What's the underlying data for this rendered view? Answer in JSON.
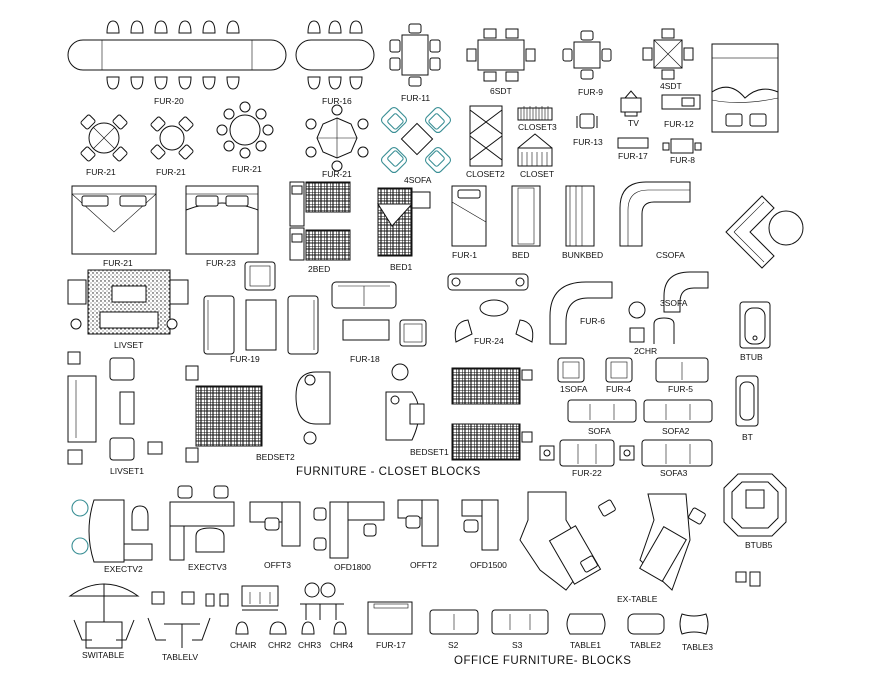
{
  "sections": {
    "closet_title": "FURNITURE  -  CLOSET BLOCKS",
    "office_title": "OFFICE FURNITURE-  BLOCKS"
  },
  "labels": [
    {
      "id": "fur20",
      "text": "FUR-20"
    },
    {
      "id": "fur16",
      "text": "FUR-16"
    },
    {
      "id": "fur11",
      "text": "FUR-11"
    },
    {
      "id": "6sdt",
      "text": "6SDT"
    },
    {
      "id": "fur9",
      "text": "FUR-9"
    },
    {
      "id": "4sdt",
      "text": "4SDT"
    },
    {
      "id": "tv",
      "text": "TV"
    },
    {
      "id": "fur12",
      "text": "FUR-12"
    },
    {
      "id": "fur17a",
      "text": "FUR-17"
    },
    {
      "id": "fur8",
      "text": "FUR-8"
    },
    {
      "id": "fur13",
      "text": "FUR-13"
    },
    {
      "id": "closet3",
      "text": "CLOSET3"
    },
    {
      "id": "closet2",
      "text": "CLOSET2"
    },
    {
      "id": "closet",
      "text": "CLOSET"
    },
    {
      "id": "4sofa",
      "text": "4SOFA"
    },
    {
      "id": "fur21a",
      "text": "FUR-21"
    },
    {
      "id": "fur21b",
      "text": "FUR-21"
    },
    {
      "id": "fur21c",
      "text": "FUR-21"
    },
    {
      "id": "fur21d",
      "text": "FUR-21"
    },
    {
      "id": "fur21e",
      "text": "FUR-21"
    },
    {
      "id": "fur23",
      "text": "FUR-23"
    },
    {
      "id": "2bed",
      "text": "2BED"
    },
    {
      "id": "bed1",
      "text": "BED1"
    },
    {
      "id": "fur1",
      "text": "FUR-1"
    },
    {
      "id": "bed",
      "text": "BED"
    },
    {
      "id": "bunkbed",
      "text": "BUNKBED"
    },
    {
      "id": "csofa",
      "text": "CSOFA"
    },
    {
      "id": "livset",
      "text": "LIVSET"
    },
    {
      "id": "fur19",
      "text": "FUR-19"
    },
    {
      "id": "fur18",
      "text": "FUR-18"
    },
    {
      "id": "fur24",
      "text": "FUR-24"
    },
    {
      "id": "fur6",
      "text": "FUR-6"
    },
    {
      "id": "3sofa",
      "text": "3SOFA"
    },
    {
      "id": "2chr",
      "text": "2CHR"
    },
    {
      "id": "btub",
      "text": "BTUB"
    },
    {
      "id": "1sofa",
      "text": "1SOFA"
    },
    {
      "id": "fur4",
      "text": "FUR-4"
    },
    {
      "id": "fur5",
      "text": "FUR-5"
    },
    {
      "id": "bt",
      "text": "BT"
    },
    {
      "id": "livset1",
      "text": "LIVSET1"
    },
    {
      "id": "bedset2",
      "text": "BEDSET2"
    },
    {
      "id": "bedset1",
      "text": "BEDSET1"
    },
    {
      "id": "sofa",
      "text": "SOFA"
    },
    {
      "id": "sofa2",
      "text": "SOFA2"
    },
    {
      "id": "fur22",
      "text": "FUR-22"
    },
    {
      "id": "sofa3",
      "text": "SOFA3"
    },
    {
      "id": "btub5",
      "text": "BTUB5"
    },
    {
      "id": "exectv2",
      "text": "EXECTV2"
    },
    {
      "id": "exectv3",
      "text": "EXECTV3"
    },
    {
      "id": "offt3",
      "text": "OFFT3"
    },
    {
      "id": "ofd1800",
      "text": "OFD1800"
    },
    {
      "id": "offt2",
      "text": "OFFT2"
    },
    {
      "id": "ofd1500",
      "text": "OFD1500"
    },
    {
      "id": "extable",
      "text": "EX-TABLE"
    },
    {
      "id": "switable",
      "text": "SWITABLE"
    },
    {
      "id": "tablelv",
      "text": "TABLELV"
    },
    {
      "id": "chair",
      "text": "CHAIR"
    },
    {
      "id": "chr2",
      "text": "CHR2"
    },
    {
      "id": "chr3",
      "text": "CHR3"
    },
    {
      "id": "chr4",
      "text": "CHR4"
    },
    {
      "id": "fur17b",
      "text": "FUR-17"
    },
    {
      "id": "s2",
      "text": "S2"
    },
    {
      "id": "s3",
      "text": "S3"
    },
    {
      "id": "table1",
      "text": "TABLE1"
    },
    {
      "id": "table2",
      "text": "TABLE2"
    },
    {
      "id": "table3",
      "text": "TABLE3"
    }
  ]
}
